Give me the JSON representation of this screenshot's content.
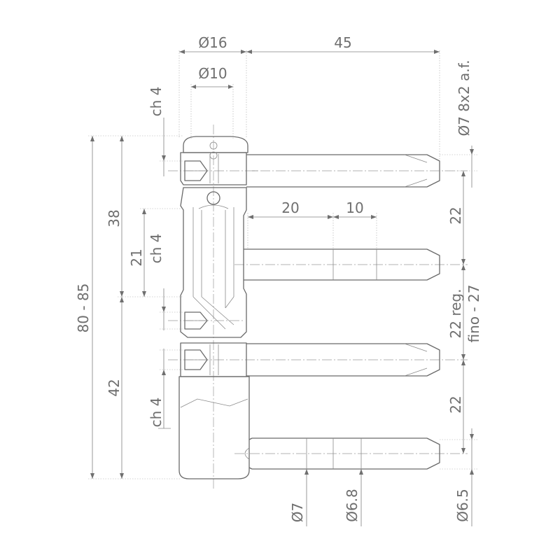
{
  "dimensions": {
    "d16": "Ø16",
    "l45": "45",
    "d10": "Ø10",
    "hex_a": "ch 4",
    "hex_b": "ch 4",
    "hex_c": "ch 4",
    "tip": "Ø7 8x2 a.f.",
    "h80": "80 - 85",
    "h38": "38",
    "h21": "21",
    "h42": "42",
    "l20": "20",
    "l10": "10",
    "s22a": "22",
    "s22b": "22",
    "reg1": "22 reg.",
    "reg2": "fino - 27",
    "d7": "Ø7",
    "d68": "Ø6.8",
    "d65": "Ø6.5"
  }
}
